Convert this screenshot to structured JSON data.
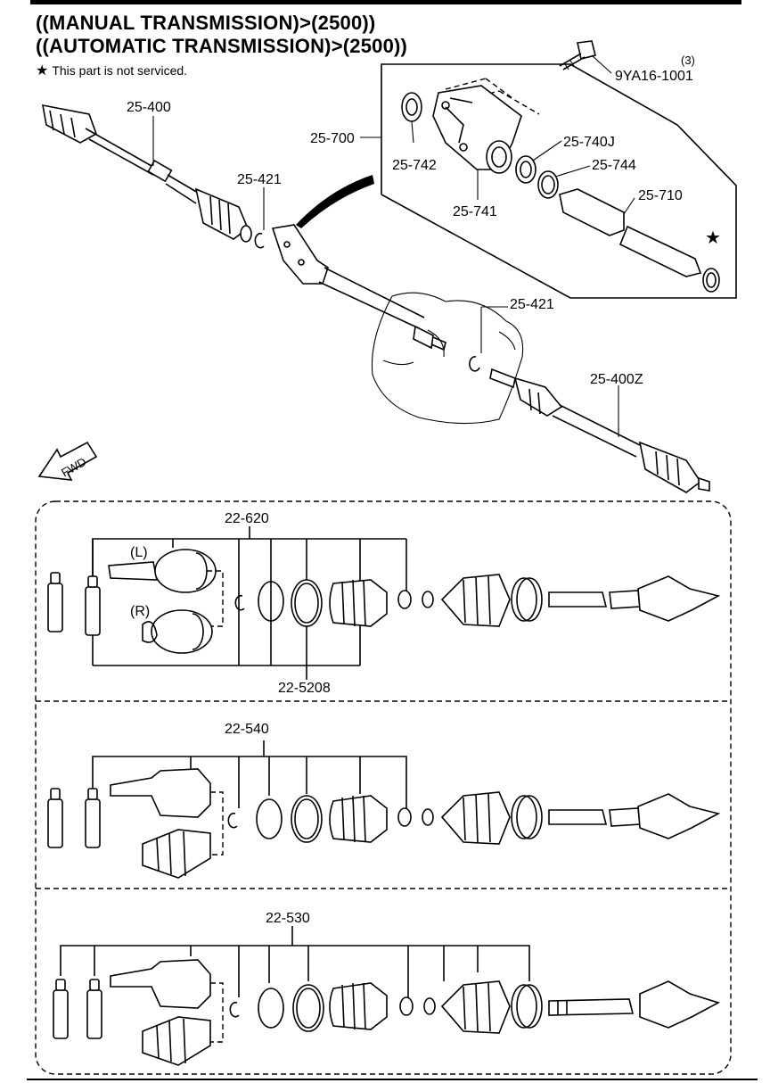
{
  "header": {
    "title_line1": "((MANUAL TRANSMISSION)>(2500))",
    "title_line2": "((AUTOMATIC TRANSMISSION)>(2500))",
    "note_symbol": "★",
    "note_text": "This part is not serviced."
  },
  "callouts": {
    "bolt_qty": "(3)",
    "bolt": "9YA16-1001",
    "inset_assembly": "25-700",
    "seal_742": "25-742",
    "bracket_741": "25-741",
    "bearing_740j": "25-740J",
    "snapring_744": "25-744",
    "shaft_710": "25-710",
    "not_serviced_mark": "★",
    "left_shaft": "25-400",
    "clip_upper": "25-421",
    "clip_lower": "25-421",
    "right_shaft": "25-400Z",
    "fwd": "FWD"
  },
  "kits": {
    "kit1_label": "22-620",
    "kit1_side_l": "(L)",
    "kit1_side_r": "(R)",
    "kit1_bottom_label": "22-5208",
    "kit2_label": "22-540",
    "kit3_label": "22-530"
  }
}
